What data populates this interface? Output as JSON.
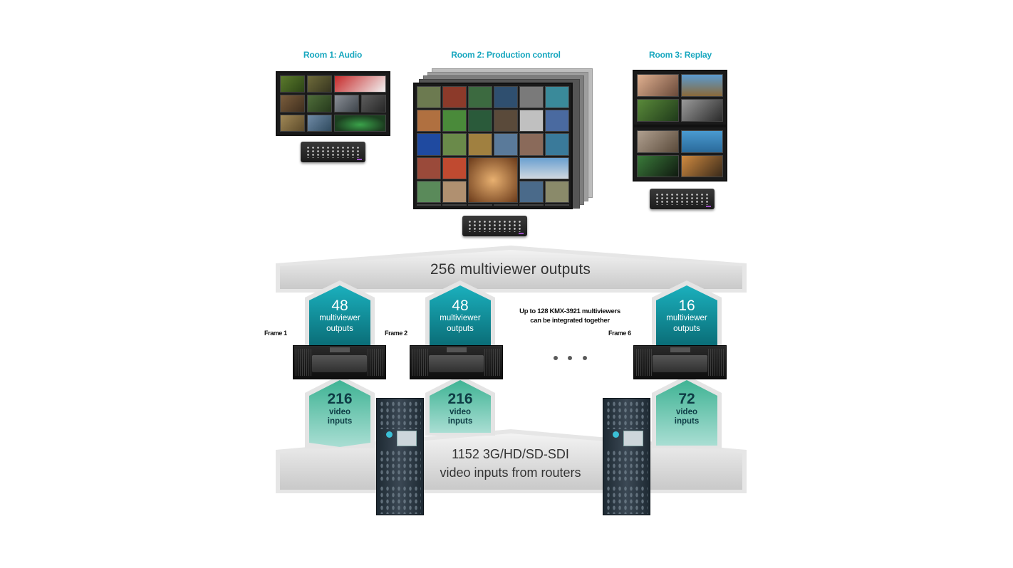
{
  "rooms": [
    {
      "title": "Room 1: Audio"
    },
    {
      "title": "Room 2: Production control"
    },
    {
      "title": "Room 3: Replay"
    }
  ],
  "top_arch": {
    "text": "256 multiviewer outputs"
  },
  "bottom_arch": {
    "line1": "1152 3G/HD/SD-SDI",
    "line2": "video inputs from routers"
  },
  "frames": [
    {
      "label": "Frame 1",
      "outputs": "48",
      "outputs_label1": "multiviewer",
      "outputs_label2": "outputs",
      "inputs": "216",
      "inputs_label1": "video",
      "inputs_label2": "inputs"
    },
    {
      "label": "Frame 2",
      "outputs": "48",
      "outputs_label1": "multiviewer",
      "outputs_label2": "outputs",
      "inputs": "216",
      "inputs_label1": "video",
      "inputs_label2": "inputs"
    },
    {
      "label": "Frame 6",
      "outputs": "16",
      "outputs_label1": "multiviewer",
      "outputs_label2": "outputs",
      "inputs": "72",
      "inputs_label1": "video",
      "inputs_label2": "inputs"
    }
  ],
  "note": {
    "line1": "Up to 128 KMX-3921 multiviewers",
    "line2": "can be integrated together"
  },
  "colors": {
    "room_title": "#18a7bf",
    "output_hex_top": "#17a7b5",
    "output_hex_bottom": "#0b6f7a",
    "input_hex_top": "#4db99a",
    "input_hex_bottom": "#a8ddd2",
    "arch_fill": "#dcdcdc",
    "text_dark": "#333333"
  }
}
